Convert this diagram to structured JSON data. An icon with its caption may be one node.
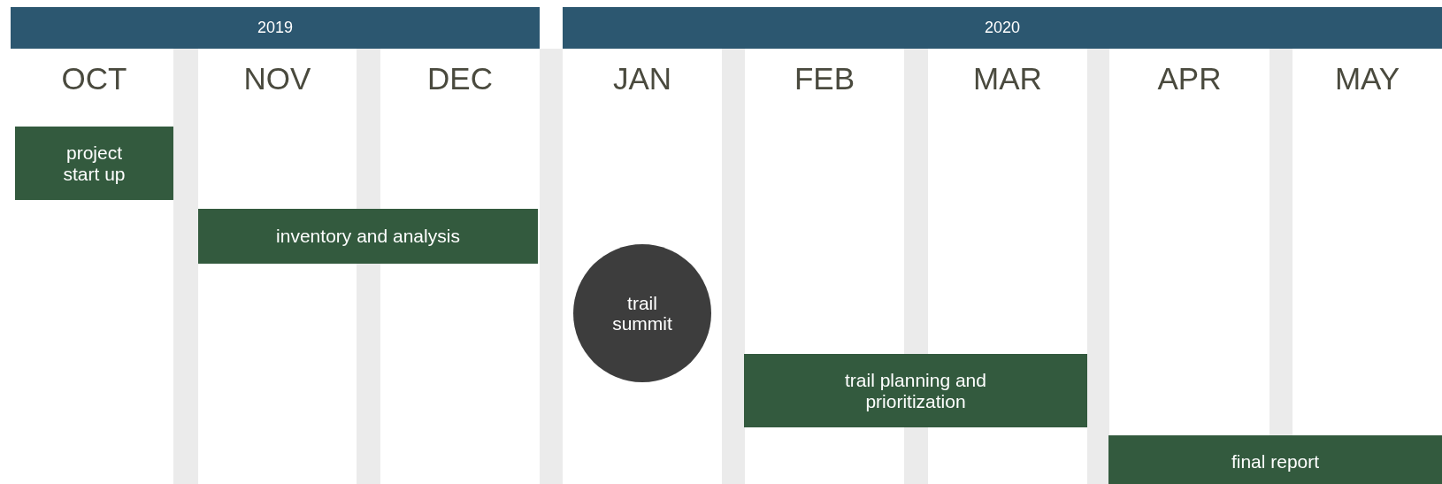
{
  "diagram": {
    "nodes": [
      {
        "text": [
          "2019"
        ]
      },
      {
        "text": [
          "2020"
        ]
      },
      {
        "text": [
          "OCT"
        ]
      },
      {
        "text": [
          "NOV"
        ]
      },
      {
        "text": [
          "DEC"
        ]
      },
      {
        "text": [
          "JAN"
        ]
      },
      {
        "text": [
          "FEB"
        ]
      },
      {
        "text": [
          "MAR"
        ]
      },
      {
        "text": [
          "APR"
        ]
      },
      {
        "text": [
          "MAY"
        ]
      },
      {
        "text": [
          "project start up"
        ]
      },
      {
        "text": [
          "inventory and analysis"
        ]
      },
      {
        "text": [
          "trail summit"
        ]
      },
      {
        "text": [
          "trail planning and prioritization"
        ]
      },
      {
        "text": [
          "final report"
        ]
      }
    ]
  }
}
